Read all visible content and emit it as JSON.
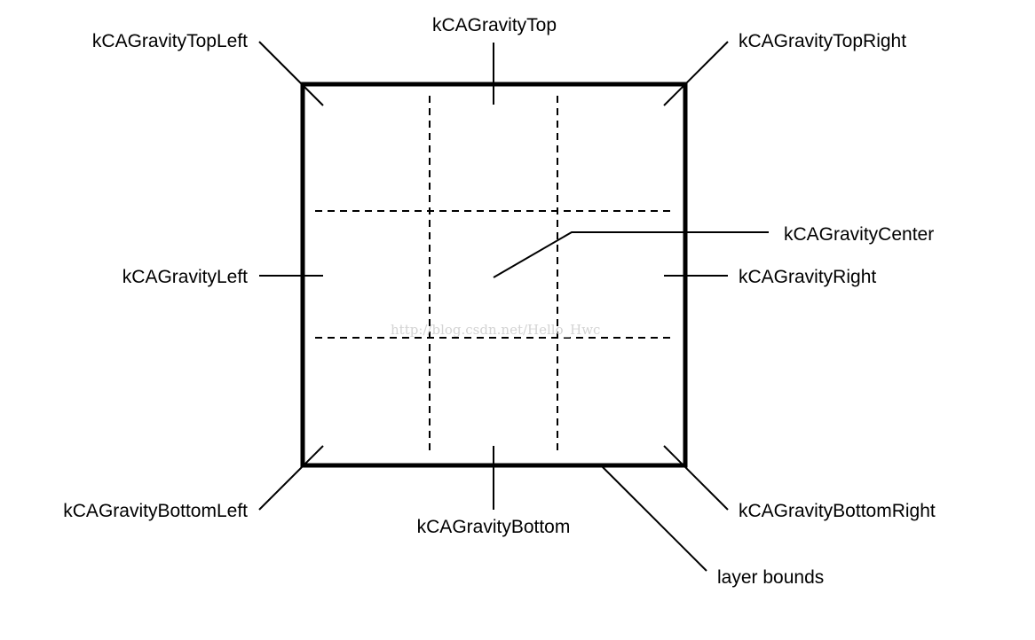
{
  "labels": {
    "top_left": "kCAGravityTopLeft",
    "top": "kCAGravityTop",
    "top_right": "kCAGravityTopRight",
    "center": "kCAGravityCenter",
    "left": "kCAGravityLeft",
    "right": "kCAGravityRight",
    "bottom_left": "kCAGravityBottomLeft",
    "bottom": "kCAGravityBottom",
    "bottom_right": "kCAGravityBottomRight",
    "layer_bounds": "layer bounds"
  },
  "watermark": "http://blog.csdn.net/Hello_Hwc",
  "colors": {
    "line": "#000000",
    "background": "#ffffff",
    "watermark": "#d4d4d4"
  }
}
